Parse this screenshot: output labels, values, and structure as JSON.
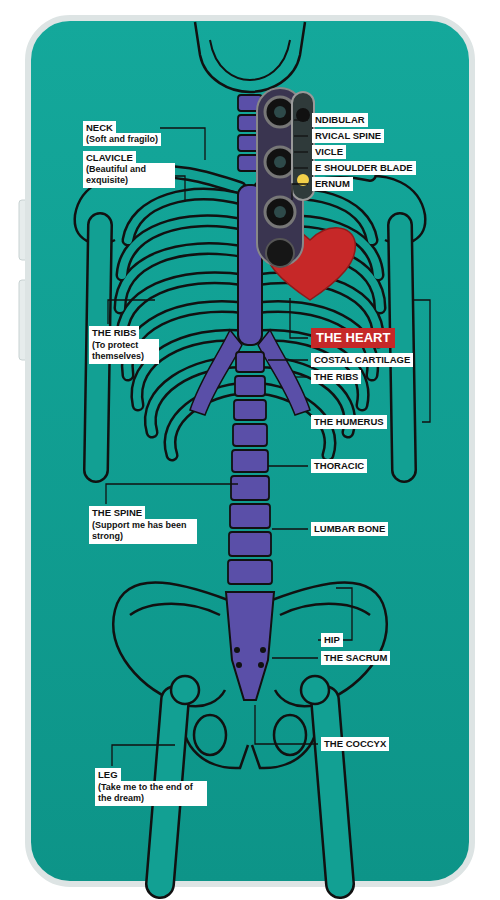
{
  "diagram": {
    "labels": [
      "NECK",
      "(Soft and fragilo)",
      "CLAVICLE",
      "(Beautiful and exquisite)",
      "THE RIBS",
      "(To protect themselves)",
      "THE SPINE",
      "(Support me has been strong)",
      "LEG",
      "(Take me to the end of the dream)",
      "NDIBULAR",
      "RVICAL SPINE",
      "VICLE",
      "E SHOULDER BLADE",
      "ERNUM",
      "THE HEART",
      "COSTAL CARTILAGE",
      "THE RIBS",
      "THE HUMERUS",
      "THORACIC",
      "LUMBAR BONE",
      "HIP",
      "THE SACRUM",
      "THE COCCYX"
    ]
  }
}
